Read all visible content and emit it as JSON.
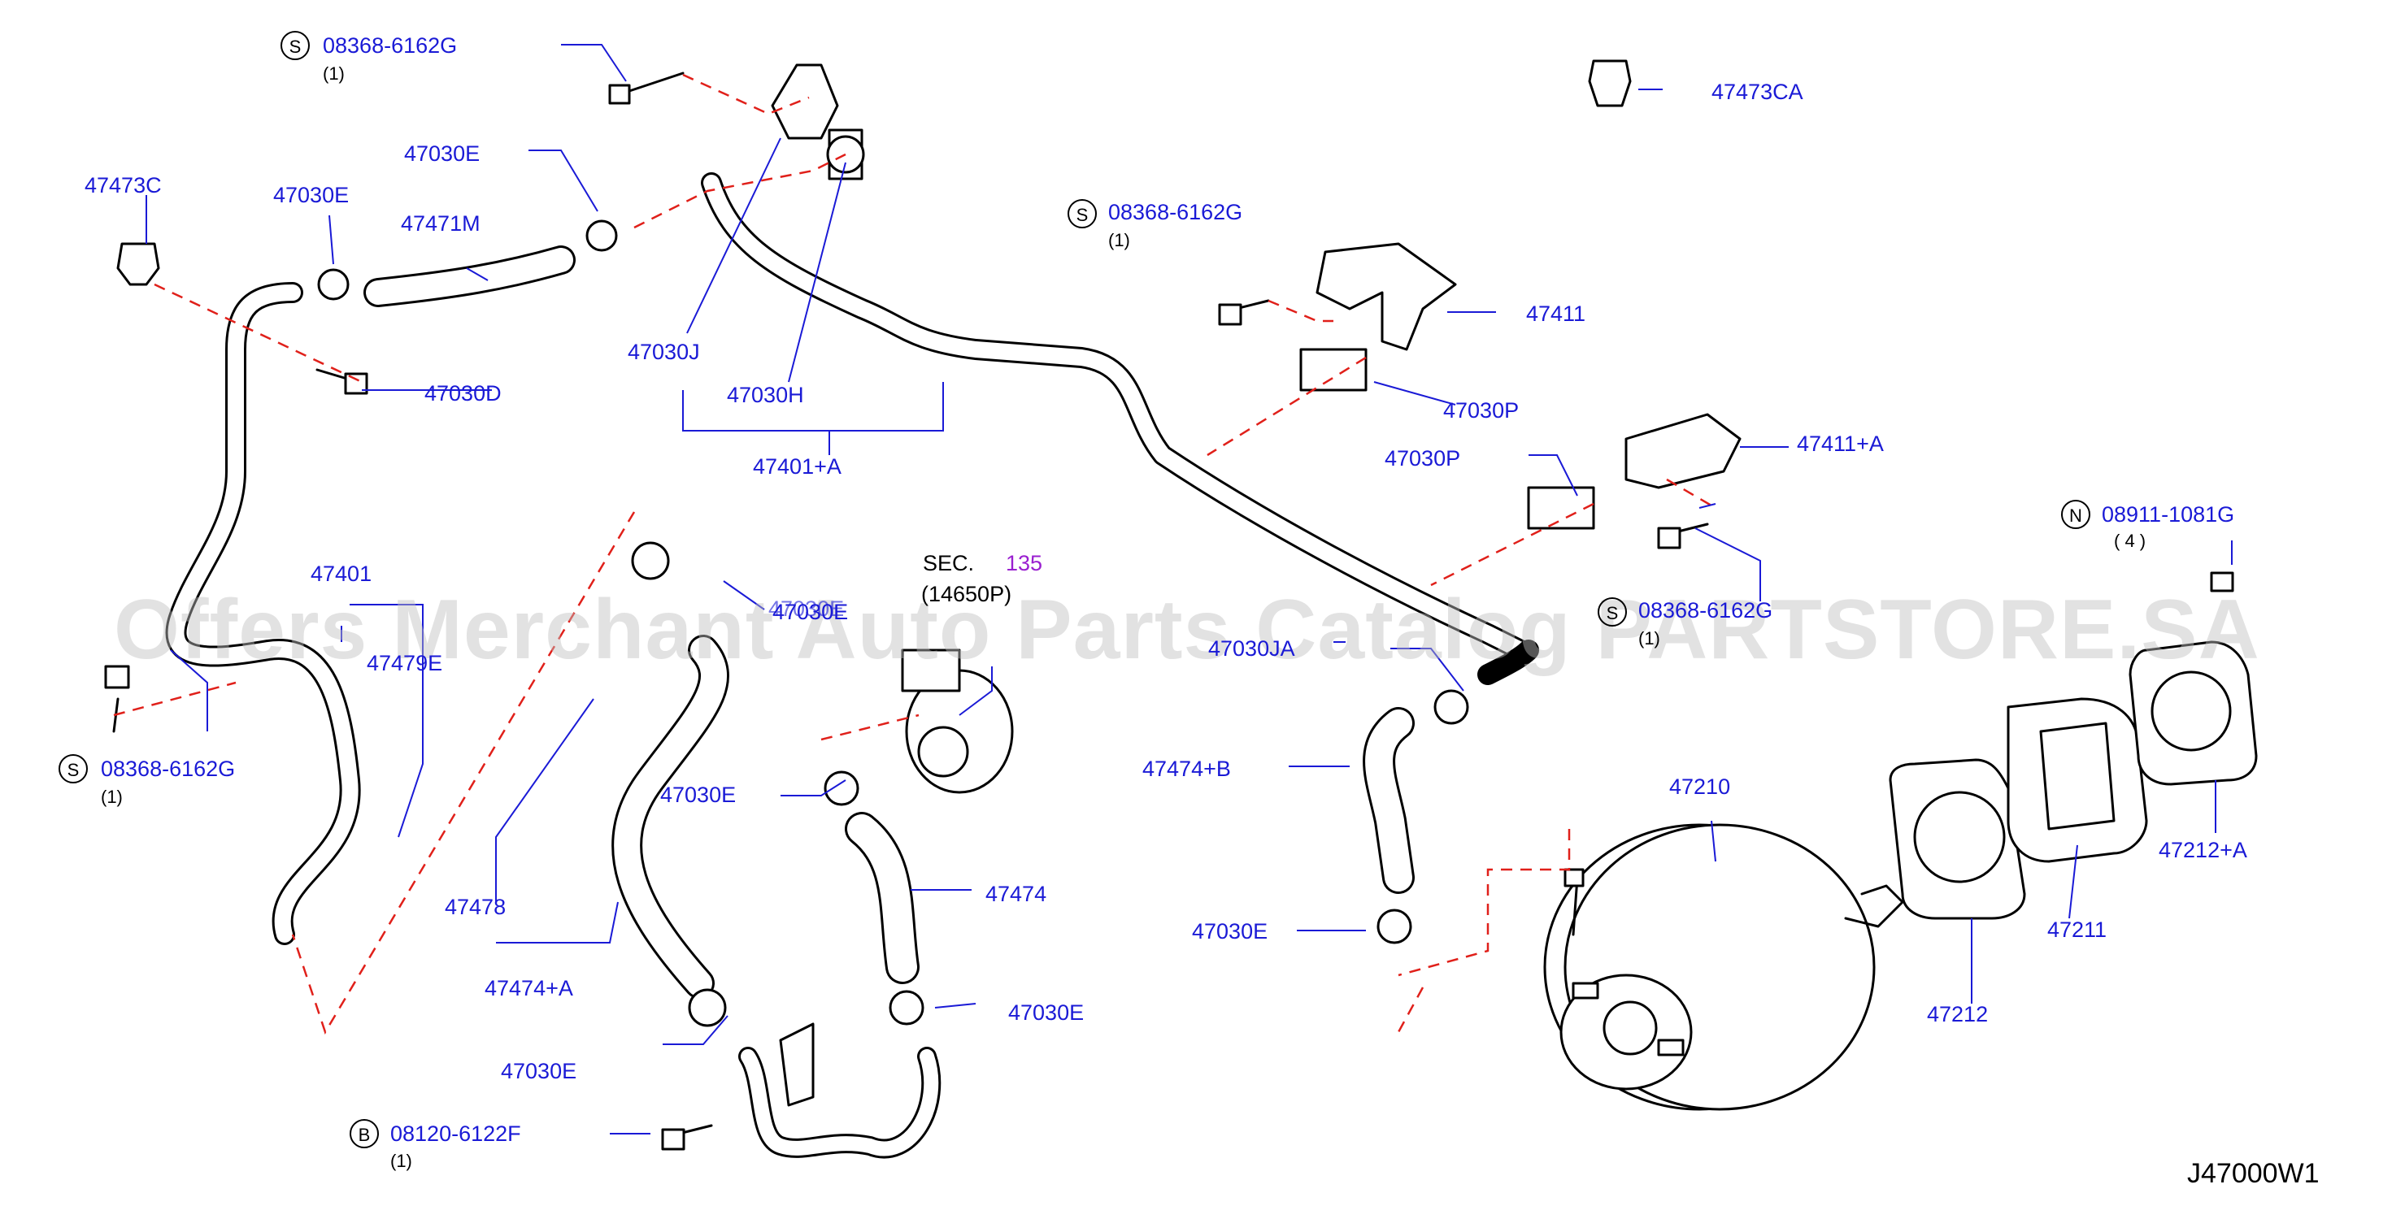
{
  "diagram": {
    "code": "J47000W1",
    "watermark": "Offers Merchant Auto Parts Catalog PARTSTORE.SA",
    "colors": {
      "label": "#1a1ad6",
      "leader_dash": "#e0201a",
      "line": "#000000",
      "section_ref": "#9a1fd0"
    },
    "section_ref": {
      "prefix": "SEC.",
      "number": "135",
      "part": "(14650P)"
    },
    "callouts": [
      {
        "id": "s1",
        "prefix": "S",
        "number": "08368-6162G",
        "qty": "(1)"
      },
      {
        "id": "s2",
        "prefix": "S",
        "number": "08368-6162G",
        "qty": "(1)"
      },
      {
        "id": "s3",
        "prefix": "S",
        "number": "08368-6162G",
        "qty": "(1)"
      },
      {
        "id": "s4",
        "prefix": "S",
        "number": "08368-6162G",
        "qty": "(1)"
      },
      {
        "id": "n1",
        "prefix": "N",
        "number": "08911-1081G",
        "qty": "( 4 )"
      },
      {
        "id": "b1",
        "prefix": "B",
        "number": "08120-6122F",
        "qty": "(1)"
      }
    ],
    "parts": [
      "47473CA",
      "47030E",
      "47473C",
      "47030E",
      "47471M",
      "47030J",
      "47030H",
      "47030D",
      "47401+A",
      "47411",
      "47030P",
      "47030P",
      "47411+A",
      "47401",
      "47479E",
      "47030E",
      "47030E",
      "47478",
      "47474+A",
      "47030E",
      "47474",
      "47030E",
      "47030JA",
      "47474+B",
      "47030E",
      "47210",
      "47212+A",
      "47211",
      "47212",
      "47030E"
    ]
  }
}
